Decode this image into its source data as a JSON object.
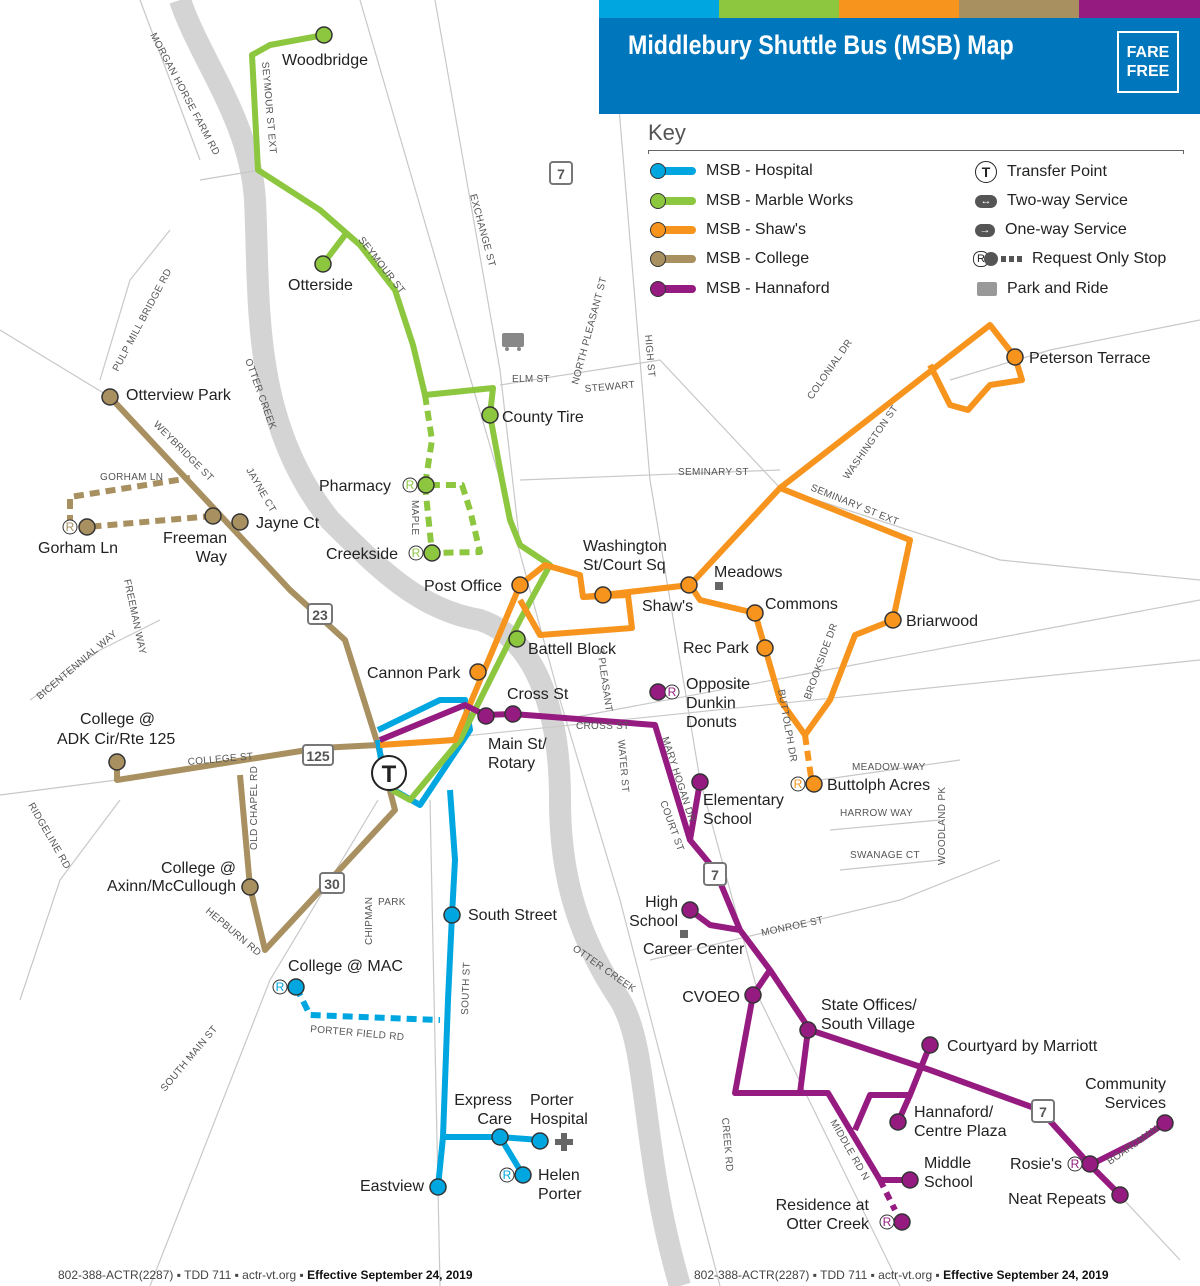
{
  "header": {
    "title": "Middlebury Shuttle Bus (MSB) Map",
    "fare_line1": "FARE",
    "fare_line2": "FREE",
    "color_bars": [
      "#00a6e0",
      "#8dc63f",
      "#f7941d",
      "#a89060",
      "#951b81"
    ]
  },
  "key": {
    "title": "Key",
    "routes": [
      {
        "label": "MSB - Hospital",
        "color": "#00a6e0"
      },
      {
        "label": "MSB - Marble Works",
        "color": "#8dc63f"
      },
      {
        "label": "MSB - Shaw's",
        "color": "#f7941d"
      },
      {
        "label": "MSB - College",
        "color": "#a89060"
      },
      {
        "label": "MSB - Hannaford",
        "color": "#951b81"
      }
    ],
    "symbols": [
      {
        "label": "Transfer Point",
        "icon": "transfer-point-icon"
      },
      {
        "label": "Two-way Service",
        "icon": "two-way-arrow-icon"
      },
      {
        "label": "One-way Service",
        "icon": "one-way-arrow-icon"
      },
      {
        "label": "Request Only Stop",
        "icon": "request-stop-icon"
      },
      {
        "label": "Park and Ride",
        "icon": "park-and-ride-icon"
      }
    ]
  },
  "stops": {
    "woodbridge": "Woodbridge",
    "otterside": "Otterside",
    "county_tire": "County Tire",
    "pharmacy": "Pharmacy",
    "creekside": "Creekside",
    "post_office": "Post Office",
    "battell_block": "Battell Block",
    "cannon_park": "Cannon Park",
    "cross_st": "Cross St",
    "main_st_1": "Main St/",
    "main_st_2": "Rotary",
    "washington_1": "Washington",
    "washington_2": "St/Court Sq",
    "shaws": "Shaw's",
    "meadows": "Meadows",
    "commons": "Commons",
    "rec_park": "Rec Park",
    "briarwood": "Briarwood",
    "peterson_terrace": "Peterson Terrace",
    "buttolph_acres": "Buttolph Acres",
    "dunkin_1": "Opposite",
    "dunkin_2": "Dunkin",
    "dunkin_3": "Donuts",
    "elementary_1": "Elementary",
    "elementary_2": "School",
    "high_school_1": "High",
    "high_school_2": "School",
    "career_center": "Career Center",
    "cvoeo": "CVOEO",
    "state_offices_1": "State Offices/",
    "state_offices_2": "South Village",
    "courtyard": "Courtyard by Marriott",
    "community_1": "Community",
    "community_2": "Services",
    "hannaford_1": "Hannaford/",
    "hannaford_2": "Centre Plaza",
    "middle_school_1": "Middle",
    "middle_school_2": "School",
    "rosies": "Rosie's",
    "neat_repeats": "Neat Repeats",
    "residence_1": "Residence at",
    "residence_2": "Otter Creek",
    "otterview_park": "Otterview Park",
    "jayne_ct": "Jayne Ct",
    "freeman_1": "Freeman",
    "freeman_2": "Way",
    "gorham_ln": "Gorham Ln",
    "adk_1": "College @",
    "adk_2": "ADK Cir/Rte 125",
    "axinn_1": "College @",
    "axinn_2": "Axinn/McCullough",
    "mac": "College @ MAC",
    "south_street": "South Street",
    "express_1": "Express",
    "express_2": "Care",
    "porter_1": "Porter",
    "porter_2": "Hospital",
    "helen_1": "Helen",
    "helen_2": "Porter",
    "eastview": "Eastview",
    "request_letter": "R",
    "transfer_letter": "T"
  },
  "roads": {
    "morgan_horse": "MORGAN HORSE FARM RD",
    "seymour_ext": "SEYMOUR ST EXT",
    "seymour": "SEYMOUR ST",
    "exchange": "EXCHANGE ST",
    "pulp_mill": "PULP MILL BRIDGE RD",
    "otter_creek": "OTTER CREEK",
    "weybridge": "WEYBRIDGE ST",
    "gorham": "GORHAM LN",
    "jayne": "JAYNE CT",
    "maple": "MAPLE",
    "freeman": "FREEMAN WAY",
    "bicentennial": "BICENTENNIAL WAY",
    "college": "COLLEGE ST",
    "old_chapel": "OLD CHAPEL RD",
    "ridgeline": "RIDGELINE RD",
    "hepburn": "HEPBURN RD",
    "chipman": "CHIPMAN",
    "park": "PARK",
    "porter_field": "PORTER FIELD RD",
    "south_main": "SOUTH MAIN ST",
    "south_st": "SOUTH ST",
    "elm": "ELM ST",
    "north_pleasant": "NORTH PLEASANT ST",
    "stewart": "STEWART",
    "high": "HIGH ST",
    "seminary": "SEMINARY ST",
    "seminary_ext": "SEMINARY ST EXT",
    "washington": "WASHINGTON ST",
    "colonial": "COLONIAL DR",
    "s_pleasant": "S PLEASANT",
    "cross": "CROSS ST",
    "water": "WATER ST",
    "mary_hogan": "MARY HOGAN DR",
    "court": "COURT ST",
    "buttolph": "BUTTOLPH DR",
    "brookside": "BROOKSIDE DR",
    "meadow_way": "MEADOW WAY",
    "harrow_way": "HARROW WAY",
    "swanage": "SWANAGE CT",
    "woodland": "WOODLAND PK",
    "monroe": "MONROE ST",
    "otter_creek_2": "OTTER CREEK",
    "creek_rd": "CREEK RD",
    "middle_rd": "MIDDLE RD N",
    "boardman": "BOARDMAN",
    "rt7": "7",
    "rt23": "23",
    "rt125": "125",
    "rt30": "30"
  },
  "footer": {
    "phone": "802-388-ACTR(2287)",
    "tdd": "TDD 711",
    "web": "actr-vt.org",
    "effective": "Effective September 24, 2019"
  }
}
